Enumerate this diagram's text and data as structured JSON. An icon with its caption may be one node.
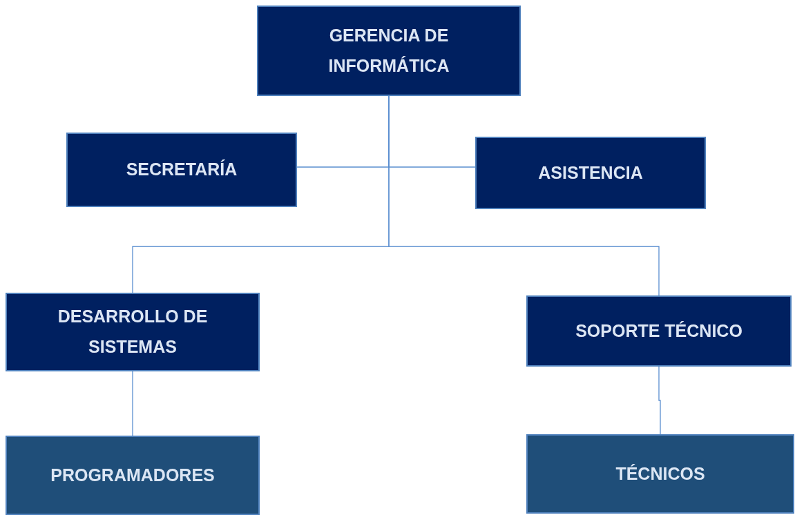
{
  "diagram": {
    "nodes": [
      {
        "text": [
          "GERENCIA DE INFORMÁTICA"
        ]
      },
      {
        "text": [
          "SECRETARÍA"
        ]
      },
      {
        "text": [
          "ASISTENCIA"
        ]
      },
      {
        "text": [
          "DESARROLLO DE SISTEMAS"
        ]
      },
      {
        "text": [
          "SOPORTE TÉCNICO"
        ]
      },
      {
        "text": [
          "PROGRAMADORES"
        ]
      },
      {
        "text": [
          "TÉCNICOS"
        ]
      }
    ],
    "edges": [
      {
        "from": 0,
        "to": 1,
        "arrow": "none"
      },
      {
        "from": 0,
        "to": 2,
        "arrow": "none"
      },
      {
        "from": 0,
        "to": 3,
        "arrow": "none"
      },
      {
        "from": 0,
        "to": 4,
        "arrow": "none"
      },
      {
        "from": 3,
        "to": 5,
        "arrow": "none"
      },
      {
        "from": 4,
        "to": 6,
        "arrow": "none"
      }
    ]
  }
}
